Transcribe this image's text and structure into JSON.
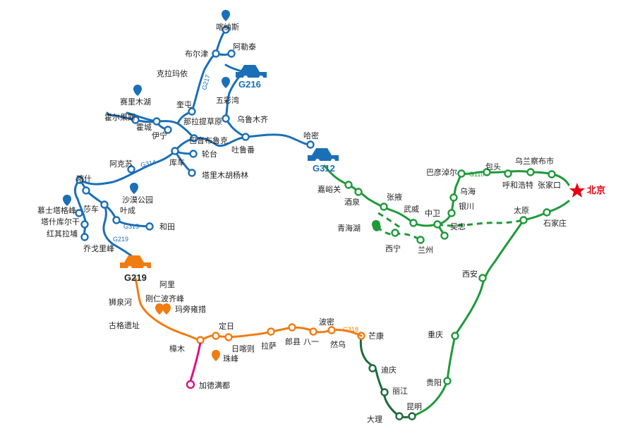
{
  "colors": {
    "blue": "#1b6fb7",
    "green": "#1e9a3a",
    "dark_green": "#1e6a3a",
    "orange": "#f07c12",
    "magenta": "#e0117f",
    "red": "#e60012"
  },
  "capital": "北京",
  "road_badges": {
    "g216": "G216",
    "g312": "G312",
    "g219": "G219"
  },
  "road_codes": {
    "g217": "G217",
    "g314": "G314",
    "g315": "G315",
    "g219_small": "G219",
    "g110": "G110",
    "g318": "G318"
  },
  "cities": {
    "kanas": "喀纳斯",
    "burqin": "布尔津",
    "altay": "阿勒泰",
    "karamay": "克拉玛依",
    "kuitun": "奎屯",
    "wucaiwan": "五彩湾",
    "sayram": "赛里木湖",
    "khorgas": "霍尔果斯",
    "huocheng": "霍城",
    "yining": "伊宁",
    "nalati": "那拉提草原",
    "urumqi": "乌鲁木齐",
    "bayinbuluke": "巴音布鲁克",
    "turpan": "吐鲁番",
    "hami": "哈密",
    "luntai": "轮台",
    "kuqa": "库车",
    "aksu": "阿克苏",
    "taklimakan": "塔里木胡杨林",
    "kashgar": "喀什",
    "desert_park": "沙漠公园",
    "muztagh": "慕士塔格峰",
    "shache": "莎车",
    "yecheng": "叶成",
    "tashkurgan": "塔什库尔干",
    "khunjerab": "红其拉埔",
    "hotan": "和田",
    "chogori": "乔戈里峰",
    "jiayuguan": "嘉峪关",
    "jiuquan": "酒泉",
    "zhangye": "张掖",
    "wuwei": "武威",
    "qinghai_lake": "青海湖",
    "xining": "西宁",
    "lanzhou": "兰州",
    "zhongwei": "中卫",
    "wuzhong": "吴忠",
    "yinchuan": "银川",
    "wuhai": "乌海",
    "bayannur": "巴彦淖尔",
    "baotou": "包头",
    "hohhot": "呼和浩特",
    "ulanqab": "乌兰察布市",
    "zhangjiakou": "张家口",
    "taiyuan": "太原",
    "shijiazhuang": "石家庄",
    "xian": "西安",
    "chongqing": "重庆",
    "guiyang": "贵阳",
    "kunming": "昆明",
    "dali": "大理",
    "lijiang": "丽江",
    "deqin": "迪庆",
    "markam": "芒康",
    "ngari": "阿里",
    "kailash": "刚仁波齐峰",
    "manasarovar": "玛旁雍措",
    "shiquanhe": "狮泉河",
    "guge": "古格遗址",
    "tingri": "定日",
    "zhangmu": "樟木",
    "shigatse": "日喀则",
    "everest": "珠峰",
    "lhasa": "拉萨",
    "langxian": "郎县",
    "bayi": "八一",
    "bomi": "波密",
    "rawu": "然乌",
    "kathmandu": "加德满都"
  }
}
